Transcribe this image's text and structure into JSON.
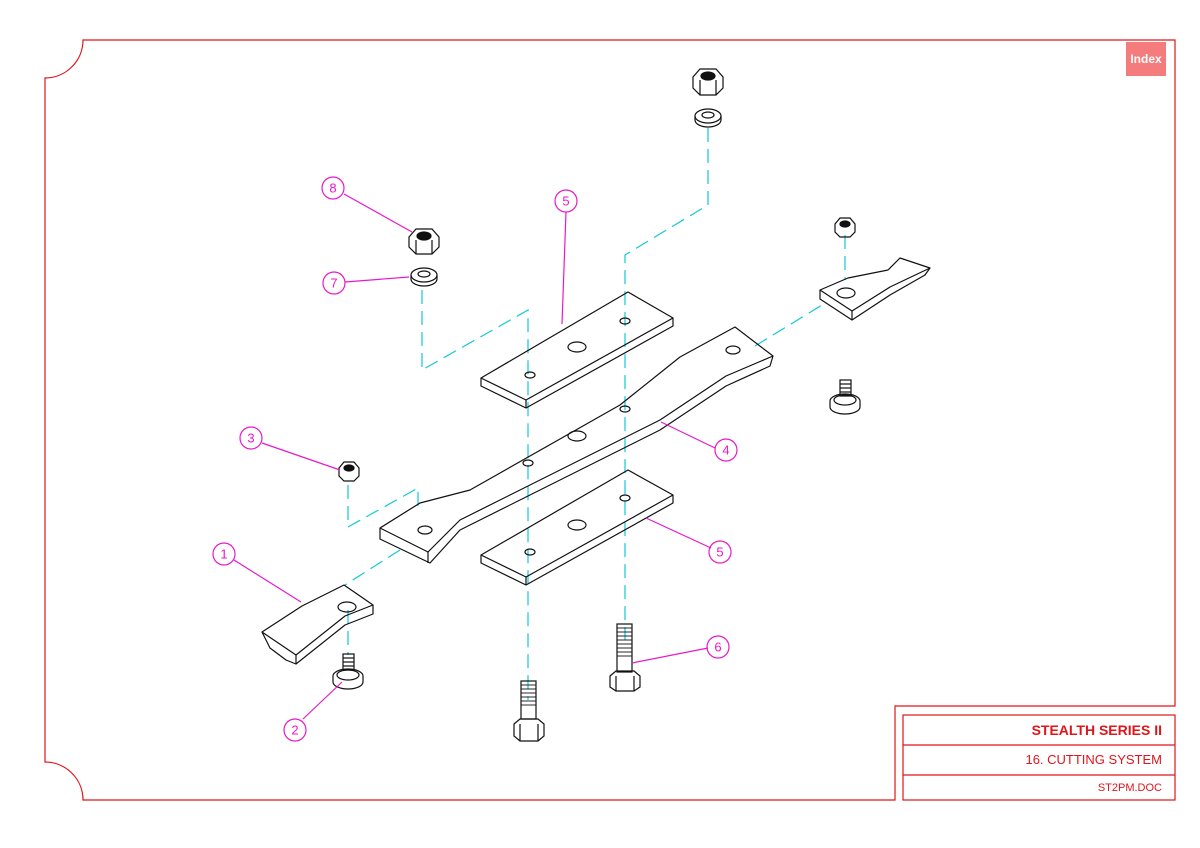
{
  "index_button": {
    "label": "Index"
  },
  "title_block": {
    "series": "STEALTH SERIES II",
    "section": "16. CUTTING SYSTEM",
    "doc": "ST2PM.DOC"
  },
  "callouts": [
    "1",
    "2",
    "3",
    "4",
    "5",
    "5",
    "6",
    "7",
    "8"
  ],
  "colors": {
    "border": "#e0151b",
    "callout": "#e819c9",
    "centerline": "#12c8d8",
    "part": "#111111",
    "index_button": "#f47c7c"
  }
}
